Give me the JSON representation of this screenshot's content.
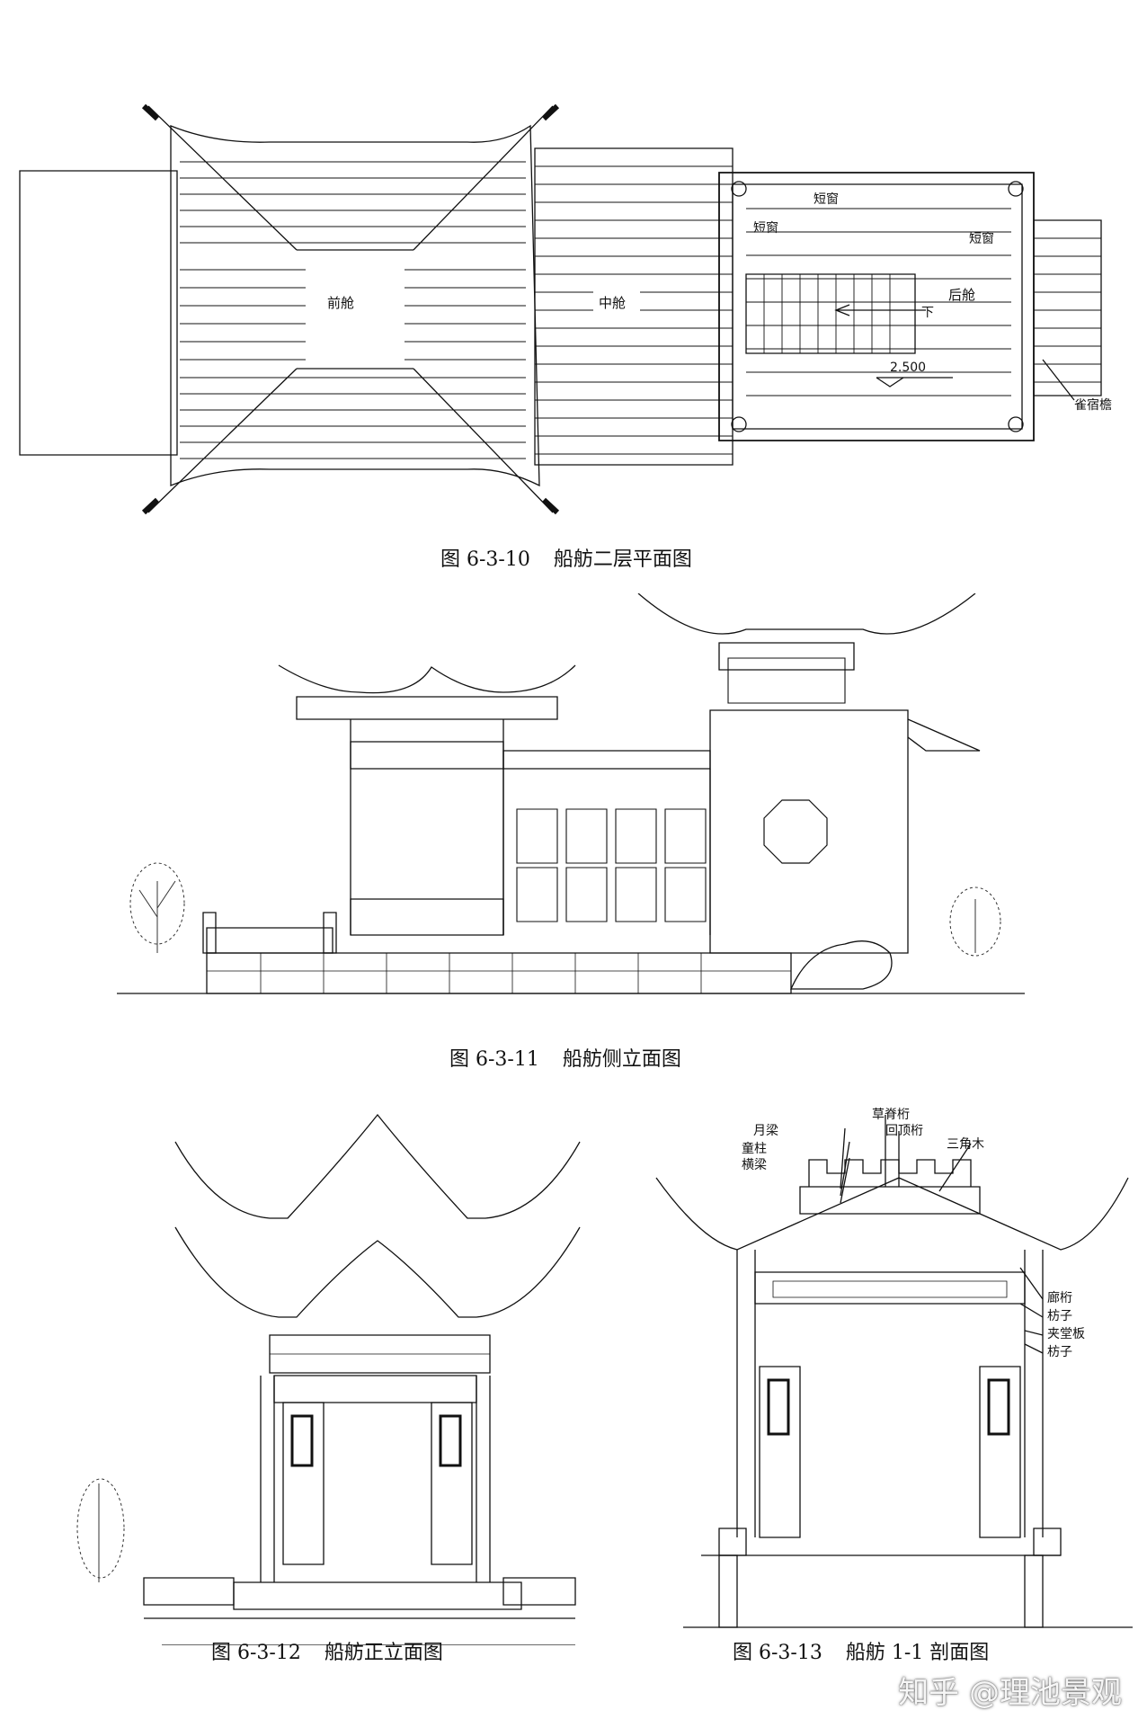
{
  "figures": [
    {
      "caption_num": "图 6-3-10",
      "caption_title": "船舫二层平面图",
      "labels": {
        "front_cabin": "前舱",
        "middle_cabin": "中舱",
        "rear_cabin": "后舱",
        "short_window_1": "短窗",
        "short_window_2": "短窗",
        "short_window_3": "短窗",
        "down": "下",
        "elevation": "2.500",
        "eave": "雀宿檐"
      }
    },
    {
      "caption_num": "图 6-3-11",
      "caption_title": "船舫侧立面图"
    },
    {
      "caption_num": "图 6-3-12",
      "caption_title": "船舫正立面图"
    },
    {
      "caption_num": "图 6-3-13",
      "caption_title": "船舫 1-1 剖面图",
      "labels": {
        "ridge_purlin": "草脊桁",
        "top_purlin": "回顶桁",
        "moon_beam": "月梁",
        "short_post": "童柱",
        "cross_beam": "横梁",
        "triangle_wood": "三角木",
        "corridor_purlin": "廊桁",
        "tie_1": "枋子",
        "panel": "夹堂板",
        "tie_2": "枋子"
      }
    }
  ],
  "watermark": "知乎 @理池景观"
}
